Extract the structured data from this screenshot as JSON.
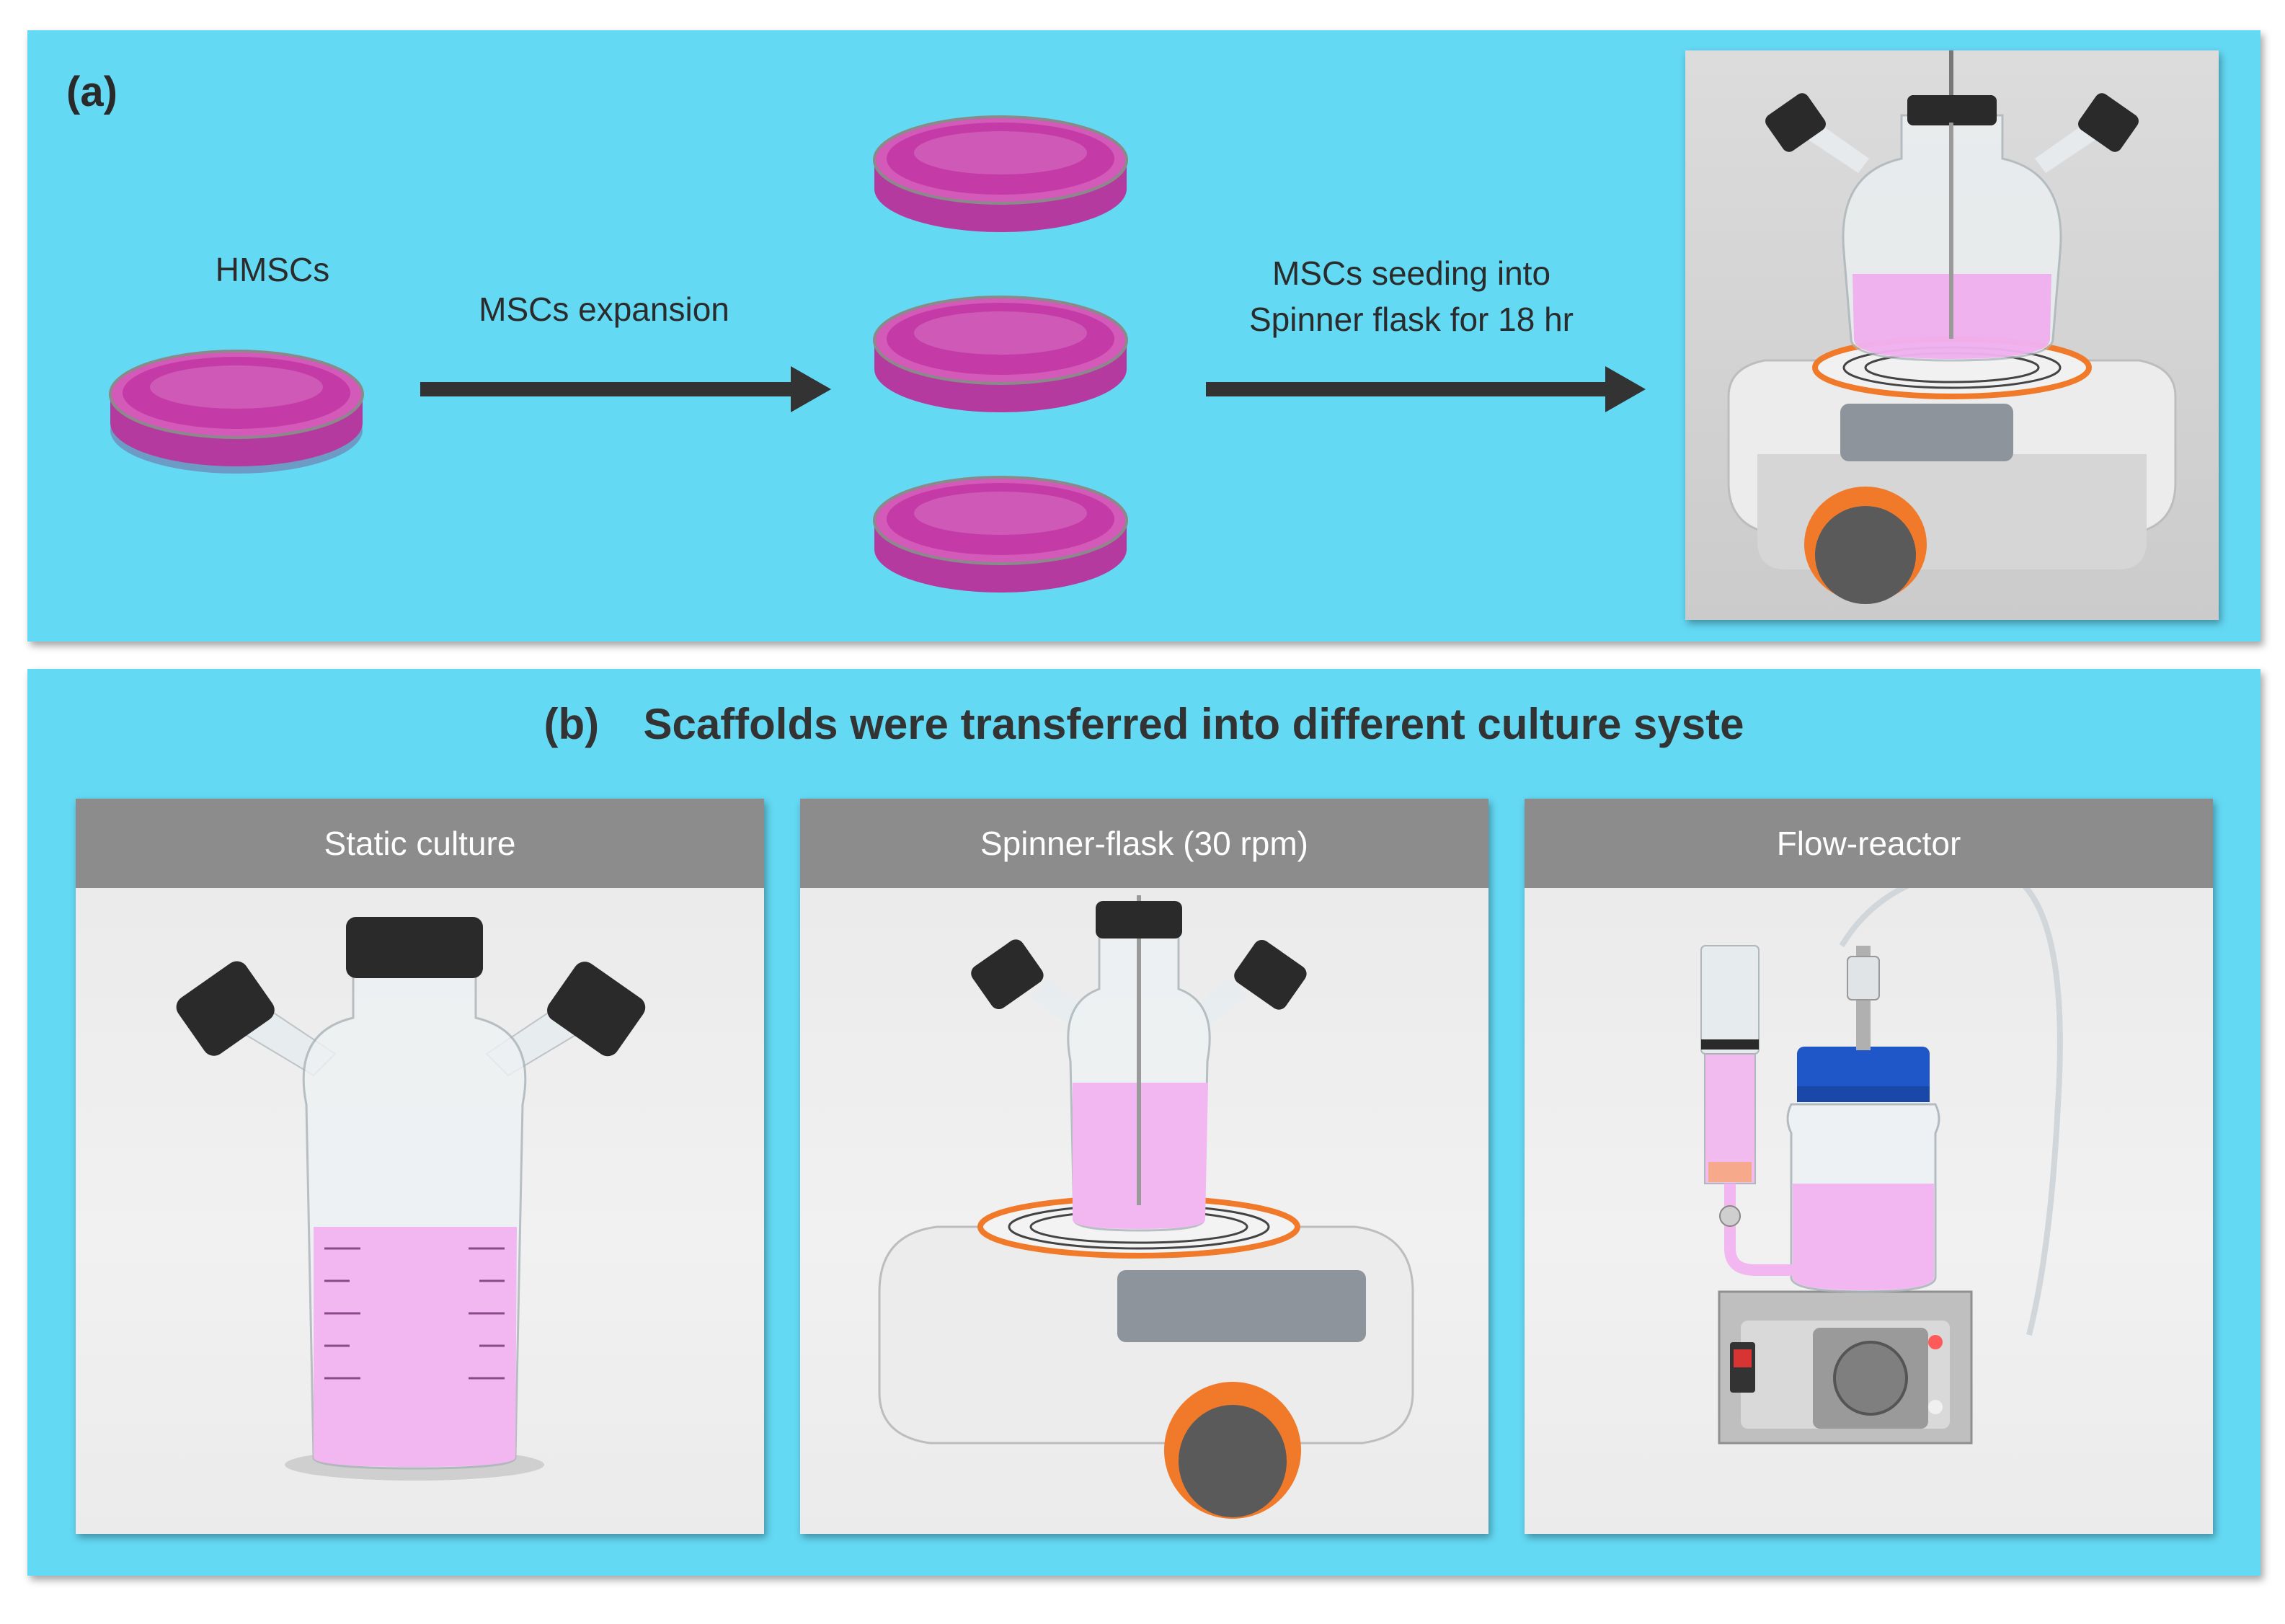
{
  "panel_a": {
    "label": "(a)",
    "hmsc_label": "HMSCs",
    "expansion_label": "MSCs expansion",
    "seeding_label_line1": "MSCs seeding into",
    "seeding_label_line2": "Spinner flask for 18 hr"
  },
  "panel_b": {
    "label": "(b)",
    "title": "Scaffolds were transferred into different culture syste",
    "cards": [
      {
        "title": "Static culture"
      },
      {
        "title": "Spinner-flask (30 rpm)"
      },
      {
        "title": "Flow-reactor"
      }
    ]
  },
  "colors": {
    "panel_bg": "#64d9f4",
    "medium_pink": "#f2b6f0",
    "dish_pink": "#c63aa8",
    "cap_black": "#2a2a2a",
    "accent_orange": "#f07a2a",
    "bottle_cap_blue": "#1f56c8",
    "card_header_gray": "#8c8c8c"
  }
}
